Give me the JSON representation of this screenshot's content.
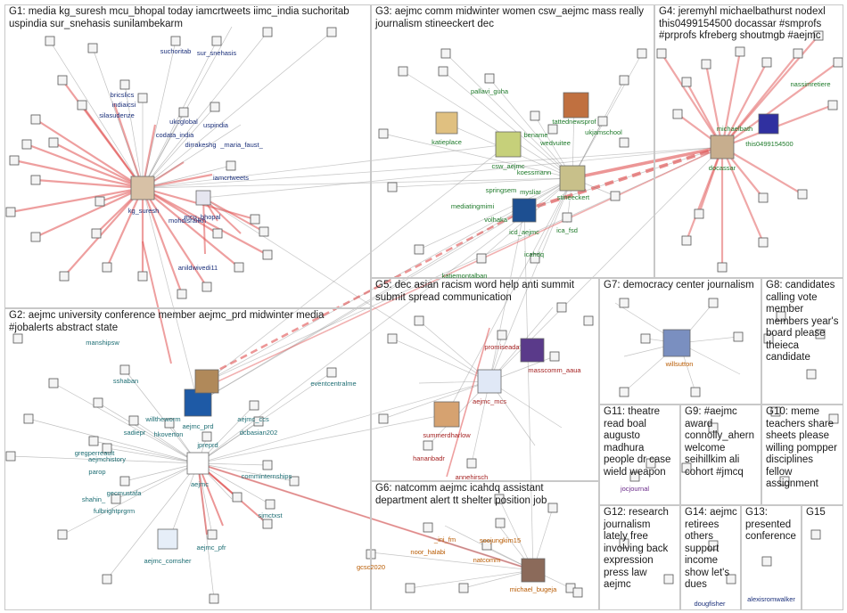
{
  "colors": {
    "edge": "#8c8c8c",
    "reply_edge": "#e05050",
    "panel_border": "#c8c8c8",
    "background": "#ffffff"
  },
  "groups": [
    {
      "id": "G1",
      "label": "G1: media kg_suresh mcu_bhopal today iamcrtweets iimc_india suchoritab uspindia sur_snehasis sunilambekarm"
    },
    {
      "id": "G2",
      "label": "G2: aejmc university conference member aejmc_prd midwinter media #jobalerts abstract state"
    },
    {
      "id": "G3",
      "label": "G3: aejmc comm midwinter women csw_aejmc mass really journalism stineeckert dec"
    },
    {
      "id": "G4",
      "label": "G4: jeremyhl michaelbathurst nodexl this0499154500 docassar #smprofs #prprofs kfreberg shoutmgb #aejmc"
    },
    {
      "id": "G5",
      "label": "G5: dec asian racism word help anti summit submit spread communication"
    },
    {
      "id": "G6",
      "label": "G6: natcomm aejmc icahdq assistant department alert tt shelter position job"
    },
    {
      "id": "G7",
      "label": "G7: democracy center journalism"
    },
    {
      "id": "G8",
      "label": "G8: candidates calling vote member members year's board please theieca candidate"
    },
    {
      "id": "G9",
      "label": "G9: #aejmc award connolly_ahern welcome seihillkim ali cohort #jmcq"
    },
    {
      "id": "G10",
      "label": "G10: meme teachers share sheets please willing pompper disciplines fellow assignment"
    },
    {
      "id": "G11",
      "label": "G11: theatre read boal augusto madhura people dr case wield weapon"
    },
    {
      "id": "G12",
      "label": "G12: research journalism lately free involving back expression press law aejmc"
    },
    {
      "id": "G13",
      "label": "G13: presented conference"
    },
    {
      "id": "G14",
      "label": "G14: aejmc retirees others support income show let's dues"
    },
    {
      "id": "G15",
      "label": "G15"
    }
  ],
  "node_labels": [
    {
      "text": "suchoritab",
      "color": "blue"
    },
    {
      "text": "sur_snehasis",
      "color": "blue"
    },
    {
      "text": "bricslics",
      "color": "blue"
    },
    {
      "text": "indiaicsi",
      "color": "blue"
    },
    {
      "text": "silasudenze",
      "color": "blue"
    },
    {
      "text": "ukcglobal",
      "color": "blue"
    },
    {
      "text": "codata_india",
      "color": "blue"
    },
    {
      "text": "dirrakeshg",
      "color": "blue"
    },
    {
      "text": "uspindia",
      "color": "blue"
    },
    {
      "text": "_maria_faust_",
      "color": "blue"
    },
    {
      "text": "iamcrtweets",
      "color": "blue"
    },
    {
      "text": "kg_suresh",
      "color": "blue"
    },
    {
      "text": "mcu_bhopal",
      "color": "blue"
    },
    {
      "text": "mohdisrailkh",
      "color": "blue"
    },
    {
      "text": "anildwivedi11",
      "color": "blue"
    },
    {
      "text": "pallavi_guha",
      "color": "green"
    },
    {
      "text": "tattednewsprof",
      "color": "green"
    },
    {
      "text": "katieplace",
      "color": "green"
    },
    {
      "text": "bename",
      "color": "green"
    },
    {
      "text": "wedvuitee",
      "color": "green"
    },
    {
      "text": "ukjamschool",
      "color": "green"
    },
    {
      "text": "csw_aejmc",
      "color": "green"
    },
    {
      "text": "koessmann",
      "color": "green"
    },
    {
      "text": "springsem",
      "color": "green"
    },
    {
      "text": "mysliar",
      "color": "green"
    },
    {
      "text": "mediatingmimi",
      "color": "green"
    },
    {
      "text": "volhaka",
      "color": "green"
    },
    {
      "text": "stineeckert",
      "color": "green"
    },
    {
      "text": "icd_aejmc",
      "color": "green"
    },
    {
      "text": "ica_fsd",
      "color": "green"
    },
    {
      "text": "icahdq",
      "color": "green"
    },
    {
      "text": "katiemontalban",
      "color": "green"
    },
    {
      "text": "nassimretiere",
      "color": "green"
    },
    {
      "text": "michaelbath",
      "color": "green"
    },
    {
      "text": "this0499154500",
      "color": "green"
    },
    {
      "text": "docassar",
      "color": "green"
    },
    {
      "text": "manshipsw",
      "color": "teal"
    },
    {
      "text": "sshaban",
      "color": "teal"
    },
    {
      "text": "willtheworm",
      "color": "teal"
    },
    {
      "text": "sadiepr",
      "color": "teal"
    },
    {
      "text": "hkoverton",
      "color": "teal"
    },
    {
      "text": "aejmc_prd",
      "color": "teal"
    },
    {
      "text": "aejmc_ccs",
      "color": "teal"
    },
    {
      "text": "dcbasian202",
      "color": "teal"
    },
    {
      "text": "eventcentralme",
      "color": "teal"
    },
    {
      "text": "gregperreault",
      "color": "teal"
    },
    {
      "text": "aejmchistory",
      "color": "teal"
    },
    {
      "text": "parop",
      "color": "teal"
    },
    {
      "text": "jpreprd",
      "color": "teal"
    },
    {
      "text": "shahin_",
      "color": "teal"
    },
    {
      "text": "gecmustafa",
      "color": "teal"
    },
    {
      "text": "fulbrightprgrm",
      "color": "teal"
    },
    {
      "text": "aejmc",
      "color": "teal"
    },
    {
      "text": "comminternships",
      "color": "teal"
    },
    {
      "text": "sjmctxst",
      "color": "teal"
    },
    {
      "text": "aejmc_comsher",
      "color": "teal"
    },
    {
      "text": "aejmc_pfr",
      "color": "teal"
    },
    {
      "text": "promiseada",
      "color": "red"
    },
    {
      "text": "masscomm_aaua",
      "color": "red"
    },
    {
      "text": "aejmc_mcs",
      "color": "red"
    },
    {
      "text": "summerdharlow",
      "color": "red"
    },
    {
      "text": "hananbadr",
      "color": "red"
    },
    {
      "text": "annehirsch",
      "color": "red"
    },
    {
      "text": "willsutton",
      "color": "orange"
    },
    {
      "text": "jocjournal",
      "color": "purple"
    },
    {
      "text": "_ini_fm",
      "color": "orange"
    },
    {
      "text": "soojungkim15",
      "color": "orange"
    },
    {
      "text": "noor_halabi",
      "color": "orange"
    },
    {
      "text": "natcomm",
      "color": "orange"
    },
    {
      "text": "gcsc2020",
      "color": "orange"
    },
    {
      "text": "michael_bugeja",
      "color": "orange"
    },
    {
      "text": "dougfisher",
      "color": "blue"
    },
    {
      "text": "alexisromwalker",
      "color": "blue"
    }
  ]
}
